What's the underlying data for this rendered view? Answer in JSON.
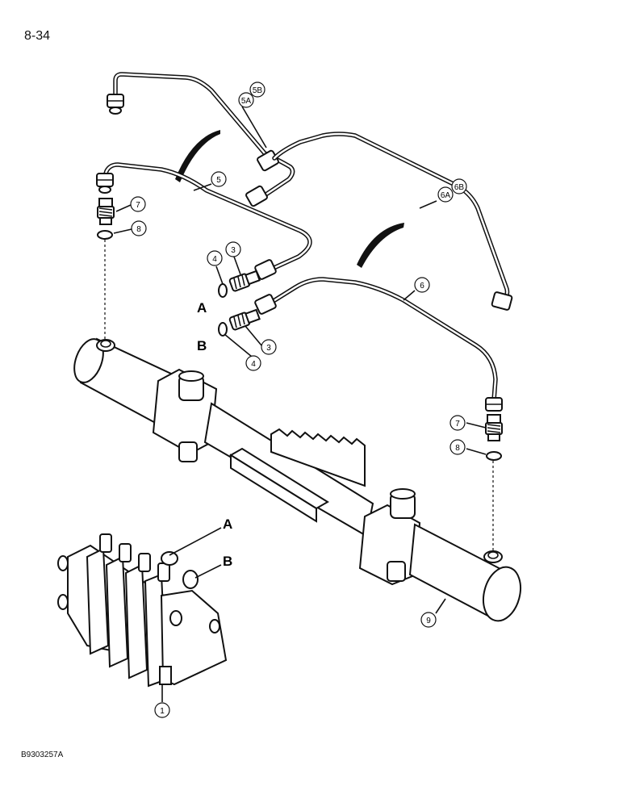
{
  "page": {
    "number": "8-34",
    "figure_id": "B9303257A"
  },
  "callouts": {
    "c5b": "5B",
    "c5a": "5A",
    "c5": "5",
    "c6a": "6A",
    "c6b": "6B",
    "c6": "6",
    "c7_left": "7",
    "c8_left": "8",
    "c4_top": "4",
    "c3_top": "3",
    "c4_bot": "4",
    "c3_bot": "3",
    "c7_right": "7",
    "c8_right": "8",
    "c9": "9",
    "c1": "1"
  },
  "port_labels": {
    "a_fitting": "A",
    "b_fitting": "B",
    "a_valve": "A",
    "b_valve": "B"
  }
}
